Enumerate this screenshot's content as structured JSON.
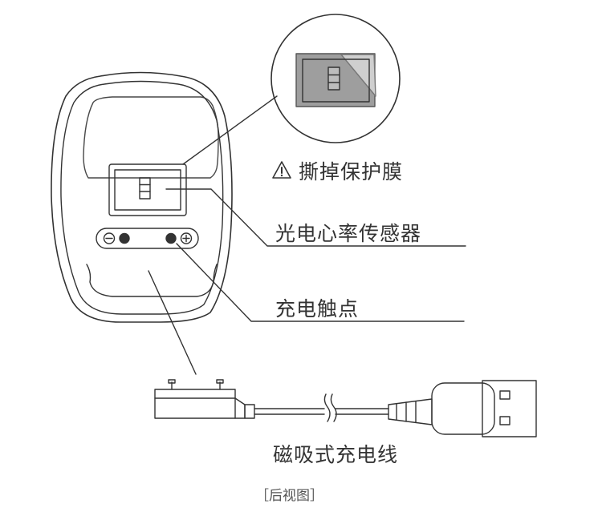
{
  "labels": {
    "peel_film": "撕掉保护膜",
    "heart_sensor": "光电心率传感器",
    "charge_contacts": "充电触点",
    "magnetic_cable": "磁吸式充电线",
    "view_caption": "［后视图］"
  },
  "icons": {
    "warning": "warning-triangle-icon",
    "minus": "minus-terminal-icon",
    "plus": "plus-terminal-icon"
  },
  "colors": {
    "stroke": "#333333",
    "film_fill": "#9e9e9e",
    "film_fold": "#cfcfcf",
    "background": "#ffffff"
  }
}
